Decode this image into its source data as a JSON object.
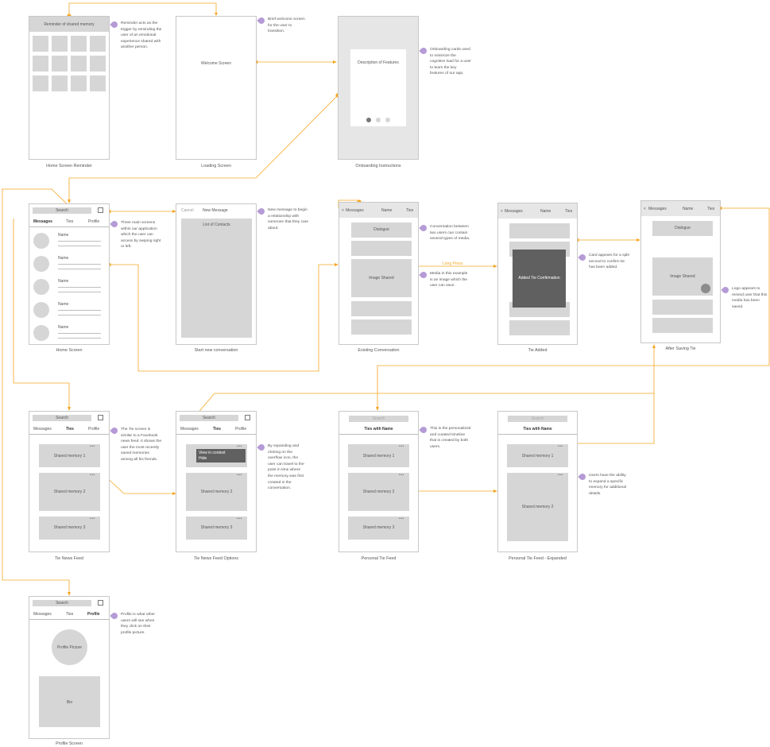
{
  "colors": {
    "connector": "#f5a623",
    "annotation_pin": "#b59bd6",
    "placeholder": "#d6d6d6",
    "screen_border": "#c8c8c8"
  },
  "home_reminder": {
    "bar_label": "Reminder of shared memory",
    "caption": "Home Screen Reminder",
    "note": "Reminder acts as the trigger by reminding the user of an emotional experience shared with another person."
  },
  "loading": {
    "label": "Welcome Screen",
    "caption": "Loading Screen",
    "note": "Brief welcome screen for the user to transition."
  },
  "onboarding": {
    "card_label": "Description of Features",
    "caption": "Onboarding Instructions",
    "note": "Onboarding cards used to minimize the cognitive load for a user to learn the key features of our app."
  },
  "home": {
    "search": "Search",
    "tabs": [
      "Messages",
      "Ties",
      "Profile"
    ],
    "row_name": "Name",
    "caption": "Home Screen",
    "note": "Three main screens within our application which the user can access by swiping right or left."
  },
  "new_message": {
    "cancel": "Cancel",
    "title": "New Message",
    "list": "List of Contacts",
    "caption": "Start new conversation",
    "note": "New message to begin a relationship with someone that they care about."
  },
  "conversation": {
    "back": "Messages",
    "name": "Name",
    "ties": "Ties",
    "dialogue": "Dialogue",
    "image": "Image Shared",
    "caption": "Existing Conversation",
    "note1": "Conversation between two users can contain several types of media.",
    "note2": "Media in this example is an image which the user can save.",
    "long_press": "Long Press"
  },
  "tie_added": {
    "back": "Messages",
    "name": "Name",
    "ties": "Ties",
    "confirm": "Added Tie Confirmation",
    "caption": "Tie Added",
    "note": "Card appears for a split second to confirm tie has been added."
  },
  "after_saving": {
    "back": "Messages",
    "name": "Name",
    "ties": "Ties",
    "dialogue": "Dialogue",
    "image": "Image Shared",
    "caption": "After Saving Tie",
    "note": "Logo appears to remind user that this media has been saved."
  },
  "tie_feed": {
    "search": "Search",
    "tabs": [
      "Messages",
      "Ties",
      "Profile"
    ],
    "memories": [
      "Shared memory 1",
      "Shared memory 2",
      "Shared memory 3"
    ],
    "overflow": "•••",
    "caption": "Tie News Feed",
    "note": "The Tie screen is similar to a Facebook news feed. It shows the user the most recently saved memories among all his friends."
  },
  "tie_feed_options": {
    "search": "Search",
    "tabs": [
      "Messages",
      "Ties",
      "Profile"
    ],
    "menu": [
      "View in context",
      "Hide"
    ],
    "memories": [
      "Shared memory 2",
      "Shared memory 3"
    ],
    "overflow": "•••",
    "caption": "Tie News Feed Options",
    "note": "By expanding and clicking on the overflow icon, the user can travel to the point in time where the memory was first created in the conversation."
  },
  "personal_feed": {
    "search": "Search",
    "title": "Ties with Name",
    "memories": [
      "Shared memory 1",
      "Shared memory 2",
      "Shared memory 3"
    ],
    "overflow": "•••",
    "caption": "Personal Tie Feed",
    "note": "This is the personalized and curated timeline that is created by both users."
  },
  "personal_expanded": {
    "search": "Search",
    "title": "Ties with Name",
    "memories": [
      "Shared memory 1",
      "Shared memory 2"
    ],
    "overflow": "•••",
    "caption": "Personal Tie Feed - Expanded",
    "note": "Users have the ability to expand a specific memory for additional details."
  },
  "profile": {
    "search": "Search",
    "tabs": [
      "Messages",
      "Ties",
      "Profile"
    ],
    "picture": "Profile Picture",
    "bio": "Bio",
    "caption": "Profile Screen",
    "note": "Profile is what other users will see when they click on their profile picture."
  }
}
